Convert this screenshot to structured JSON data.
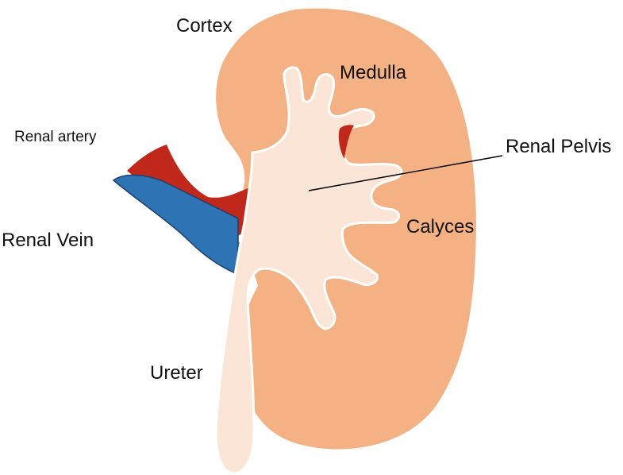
{
  "labels": {
    "cortex": "Cortex",
    "medulla": "Medulla",
    "renal_artery": "Renal artery",
    "renal_pelvis": "Renal Pelvis",
    "renal_vein": "Renal Vein",
    "calyces": "Calyces",
    "ureter": "Ureter"
  },
  "colors": {
    "cortex": "#f4b183",
    "pelvis": "#fbe5d6",
    "artery": "#c0281c",
    "vein": "#2e74b5",
    "vein_outline": "#1f3f6e",
    "text": "#111111",
    "leader_line": "#000000"
  }
}
